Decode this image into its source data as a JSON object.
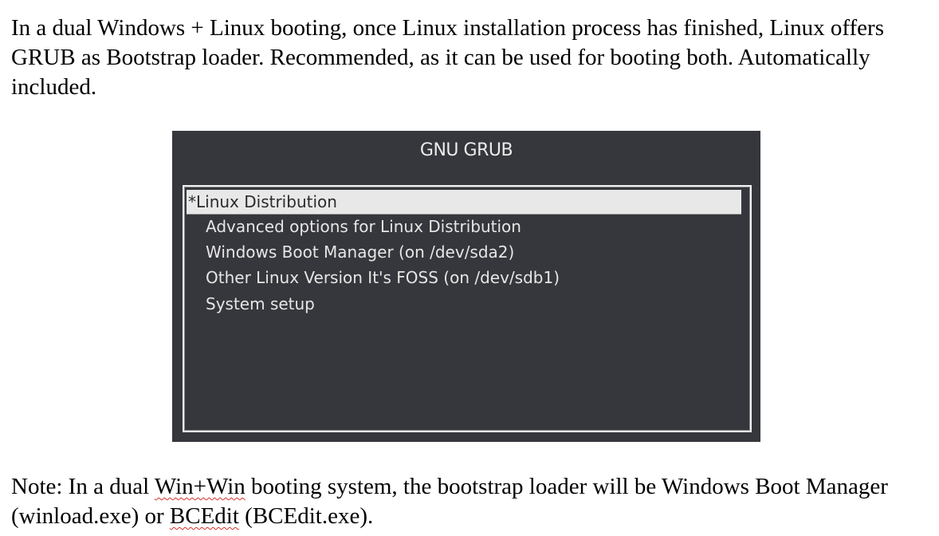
{
  "document": {
    "paragraph1": "In a dual Windows + Linux booting, once Linux installation process has finished, Linux offers GRUB as Bootstrap loader. Recommended, as it can be used for booting both. Automatically included.",
    "note": {
      "before": "Note: In a dual ",
      "spell1": "Win+Win",
      "middle": " booting system, the bootstrap loader will be Windows Boot Manager (winload.exe) or ",
      "spell2": "BCEdit",
      "after": " (BCEdit.exe)."
    }
  },
  "grub": {
    "title": "GNU GRUB",
    "selected_marker": "*",
    "items": [
      {
        "label": "Linux Distribution",
        "selected": true
      },
      {
        "label": "Advanced options for Linux Distribution"
      },
      {
        "label": "Windows Boot Manager (on /dev/sda2)"
      },
      {
        "label": "Other Linux Version It's FOSS (on /dev/sdb1)"
      },
      {
        "label": "System setup"
      }
    ],
    "colors": {
      "background": "#36373c",
      "text": "#e6e6e6",
      "highlight": "#e8e8e8"
    }
  }
}
